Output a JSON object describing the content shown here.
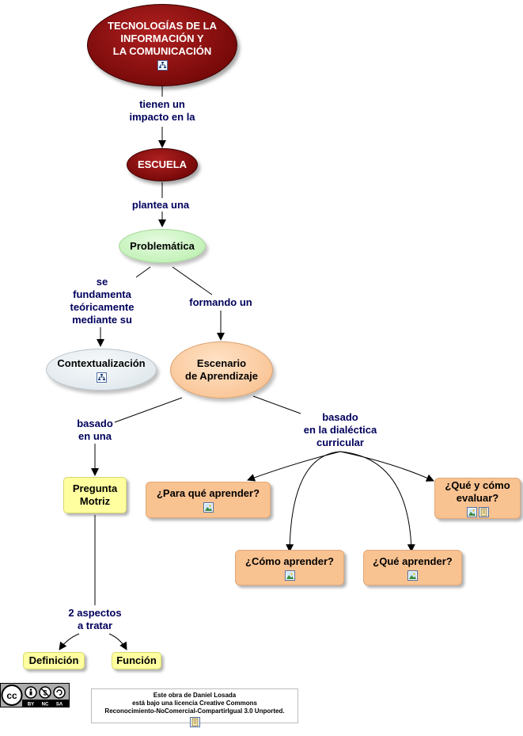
{
  "nodes": {
    "tic": "TECNOLOGÍAS DE LA\nINFORMACIÓN Y\nLA COMUNICACIÓN",
    "escuela": "ESCUELA",
    "problematica": "Problemática",
    "contextualizacion": "Contextualización",
    "escenario": "Escenario\nde Aprendizaje",
    "pregunta": "Pregunta\nMotriz",
    "para_que": "¿Para qué aprender?",
    "que_como": "¿Qué y cómo\nevaluar?",
    "como": "¿Cómo aprender?",
    "que": "¿Qué aprender?",
    "definicion": "Definición",
    "funcion": "Función"
  },
  "links": {
    "tienen": "tienen un\nimpacto en la",
    "plantea": "plantea una",
    "se_fundamenta": "se\nfundamenta\nteóricamente\nmediante su",
    "formando": "formando un",
    "basado_una": "basado\nen una",
    "basado_dialectica": "basado\nen la dialéctica\ncurricular",
    "aspectos": "2 aspectos\na tratar"
  },
  "license": {
    "badge_labels": [
      "BY",
      "NC",
      "SA"
    ],
    "line1": "Este obra de Daniel Losada",
    "line2": "está bajo una licencia Creative Commons",
    "line3": "Reconocimiento-NoComercial-CompartirIgual 3.0 Unported."
  },
  "colors": {
    "dark_red": "#7a0a0a",
    "green": "#bff0b4",
    "grey": "#dfe7ec",
    "orange": "#f9c291",
    "yellow": "#ffffa0",
    "link_text": "#00005c"
  }
}
